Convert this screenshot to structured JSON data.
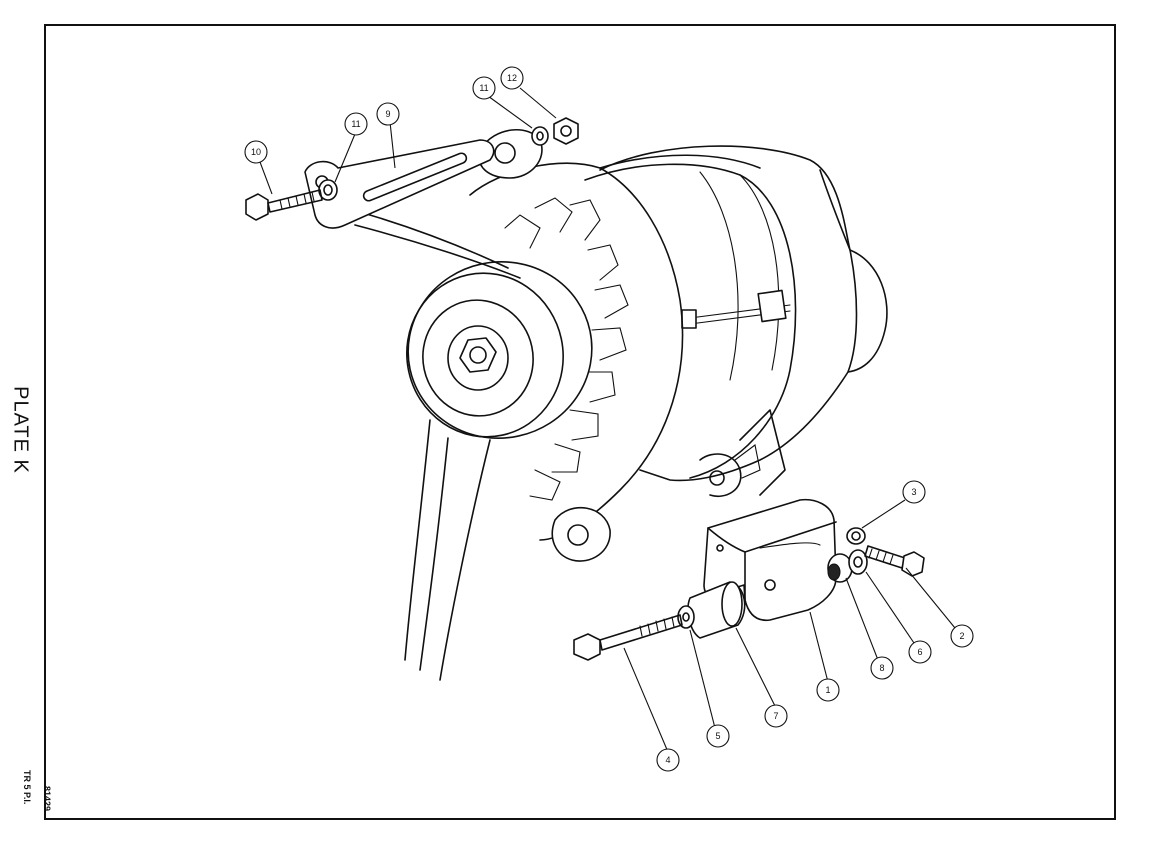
{
  "plate_title": "PLATE K",
  "side_refs": {
    "model": "TR 5 P.I.",
    "drawing_number": "81429"
  },
  "callouts": [
    {
      "id": "c1",
      "label": "1"
    },
    {
      "id": "c2",
      "label": "2"
    },
    {
      "id": "c3",
      "label": "3"
    },
    {
      "id": "c4",
      "label": "4"
    },
    {
      "id": "c5",
      "label": "5"
    },
    {
      "id": "c6",
      "label": "6"
    },
    {
      "id": "c7",
      "label": "7"
    },
    {
      "id": "c8",
      "label": "8"
    },
    {
      "id": "c9",
      "label": "9"
    },
    {
      "id": "c10",
      "label": "10"
    },
    {
      "id": "c11a",
      "label": "11"
    },
    {
      "id": "c11b",
      "label": "11"
    },
    {
      "id": "c12",
      "label": "12"
    }
  ]
}
